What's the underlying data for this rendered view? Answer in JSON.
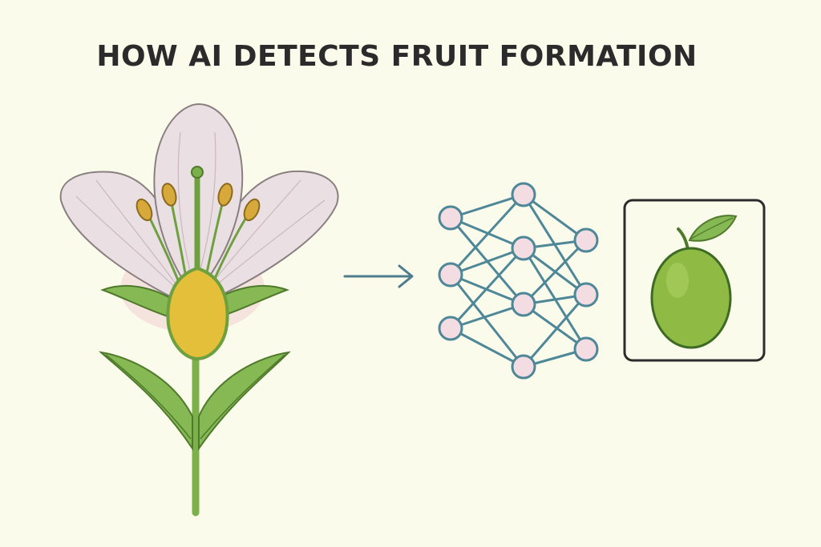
{
  "title": "HOW AI DETECTS FRUIT FORMATION",
  "colors": {
    "background": "#fbfbec",
    "petal": "#eadfe3",
    "petal_stroke": "#7a7070",
    "leaf": "#7cb04a",
    "ovary": "#e3bf3a",
    "arrow": "#4d7c8e",
    "network_edge": "#4e8798",
    "network_node": "#f3dde2",
    "fruit": "#8fbb45",
    "frame": "#2b2b2b"
  },
  "icons": [
    "flower-illustration",
    "arrow-right-icon",
    "neural-network-icon",
    "fruit-icon"
  ],
  "network": {
    "nodes": [
      {
        "id": "a1"
      },
      {
        "id": "a2"
      },
      {
        "id": "a3"
      },
      {
        "id": "b1"
      },
      {
        "id": "b2"
      },
      {
        "id": "b3"
      },
      {
        "id": "b4"
      },
      {
        "id": "c1"
      },
      {
        "id": "c2"
      },
      {
        "id": "c3"
      }
    ],
    "edges": [
      [
        "a1",
        "b1"
      ],
      [
        "a1",
        "b2"
      ],
      [
        "a1",
        "b3"
      ],
      [
        "a2",
        "b1"
      ],
      [
        "a2",
        "b2"
      ],
      [
        "a2",
        "b3"
      ],
      [
        "a2",
        "b4"
      ],
      [
        "a3",
        "b2"
      ],
      [
        "a3",
        "b3"
      ],
      [
        "a3",
        "b4"
      ],
      [
        "b1",
        "c1"
      ],
      [
        "b1",
        "c2"
      ],
      [
        "b2",
        "c1"
      ],
      [
        "b2",
        "c2"
      ],
      [
        "b2",
        "c3"
      ],
      [
        "b3",
        "c1"
      ],
      [
        "b3",
        "c2"
      ],
      [
        "b3",
        "c3"
      ],
      [
        "b4",
        "c2"
      ],
      [
        "b4",
        "c3"
      ]
    ]
  }
}
